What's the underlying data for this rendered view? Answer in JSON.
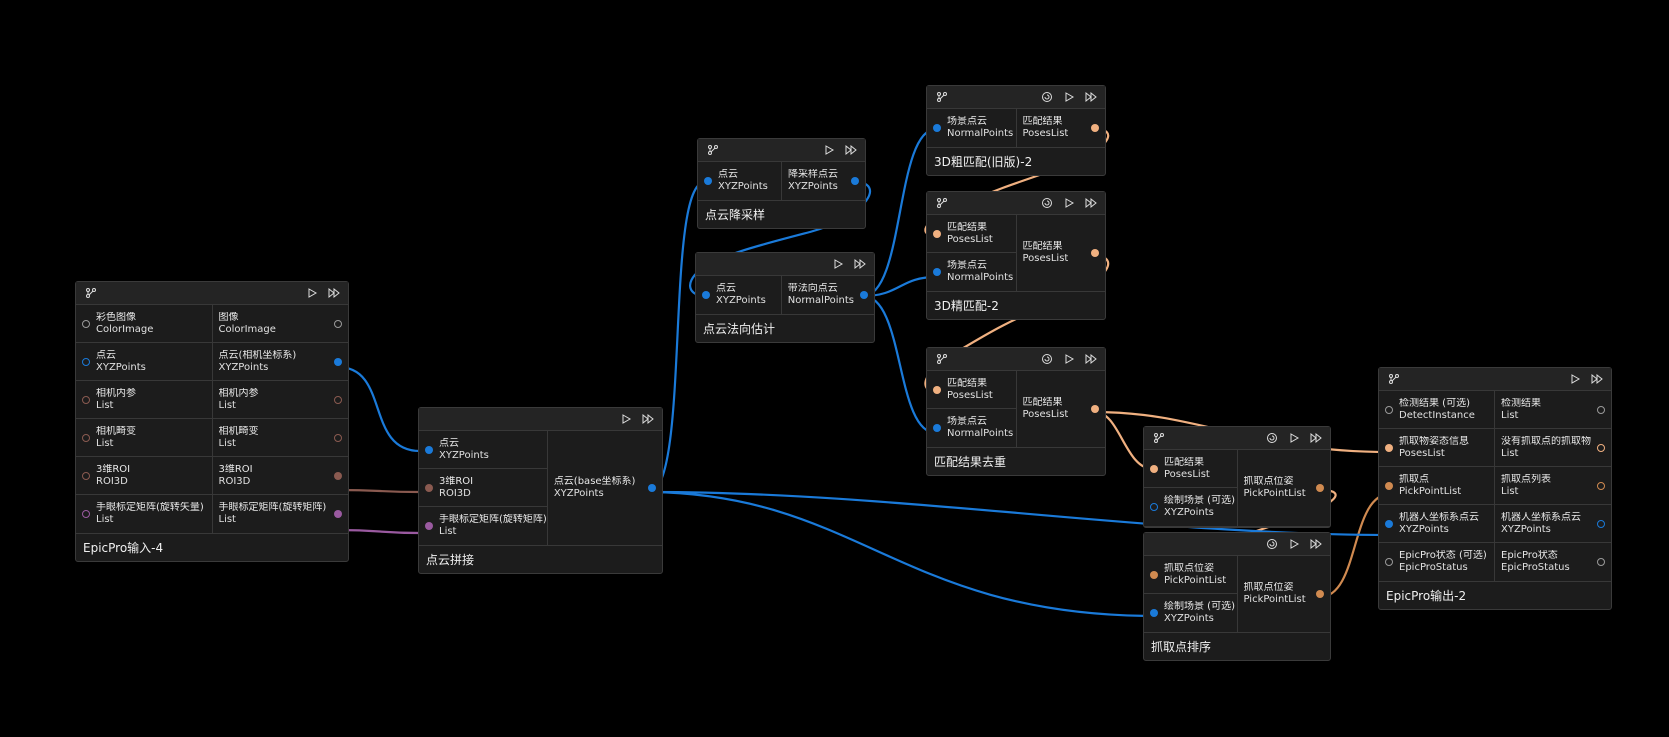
{
  "colors": {
    "blue": "#1a7ad9",
    "orange": "#f0b080",
    "brown": "#8a5a50",
    "purple": "#9a5aa0"
  },
  "icons": {
    "graph": "graph-branch-icon",
    "reload": "reload-icon",
    "run": "play-icon",
    "run_all": "fast-forward-icon"
  },
  "nodes": {
    "input": {
      "title": "EpicPro输入-4",
      "inputs": [
        {
          "name": "彩色图像",
          "type": "ColorImage"
        },
        {
          "name": "点云",
          "type": "XYZPoints"
        },
        {
          "name": "相机内参",
          "type": "List"
        },
        {
          "name": "相机畸变",
          "type": "List"
        },
        {
          "name": "3维ROI",
          "type": "ROI3D"
        },
        {
          "name": "手眼标定矩阵(旋转矢量)",
          "type": "List"
        }
      ],
      "outputs": [
        {
          "name": "图像",
          "type": "ColorImage"
        },
        {
          "name": "点云(相机坐标系)",
          "type": "XYZPoints"
        },
        {
          "name": "相机内参",
          "type": "List"
        },
        {
          "name": "相机畸变",
          "type": "List"
        },
        {
          "name": "3维ROI",
          "type": "ROI3D"
        },
        {
          "name": "手眼标定矩阵(旋转矩阵)",
          "type": "List"
        }
      ]
    },
    "stitch": {
      "title": "点云拼接",
      "inputs": [
        {
          "name": "点云",
          "type": "XYZPoints"
        },
        {
          "name": "3维ROI",
          "type": "ROI3D"
        },
        {
          "name": "手眼标定矩阵(旋转矩阵)",
          "type": "List"
        }
      ],
      "outputs": [
        {
          "name": "点云(base坐标系)",
          "type": "XYZPoints"
        }
      ]
    },
    "downsample": {
      "title": "点云降采样",
      "inputs": [
        {
          "name": "点云",
          "type": "XYZPoints"
        }
      ],
      "outputs": [
        {
          "name": "降采样点云",
          "type": "XYZPoints"
        }
      ]
    },
    "normal": {
      "title": "点云法向估计",
      "inputs": [
        {
          "name": "点云",
          "type": "XYZPoints"
        }
      ],
      "outputs": [
        {
          "name": "带法向点云",
          "type": "NormalPoints"
        }
      ]
    },
    "coarse": {
      "title": "3D粗匹配(旧版)-2",
      "inputs": [
        {
          "name": "场景点云",
          "type": "NormalPoints"
        }
      ],
      "outputs": [
        {
          "name": "匹配结果",
          "type": "PosesList"
        }
      ]
    },
    "fine": {
      "title": "3D精匹配-2",
      "inputs": [
        {
          "name": "匹配结果",
          "type": "PosesList"
        },
        {
          "name": "场景点云",
          "type": "NormalPoints"
        }
      ],
      "outputs": [
        {
          "name": "匹配结果",
          "type": "PosesList"
        }
      ]
    },
    "dedup": {
      "title": "匹配结果去重",
      "inputs": [
        {
          "name": "匹配结果",
          "type": "PosesList"
        },
        {
          "name": "场景点云",
          "type": "NormalPoints"
        }
      ],
      "outputs": [
        {
          "name": "匹配结果",
          "type": "PosesList"
        }
      ]
    },
    "pick": {
      "inputs": [
        {
          "name": "匹配结果",
          "type": "PosesList"
        },
        {
          "name": "绘制场景 (可选)",
          "type": "XYZPoints"
        }
      ],
      "outputs": [
        {
          "name": "抓取点位姿",
          "type": "PickPointList"
        }
      ]
    },
    "sort": {
      "title": "抓取点排序",
      "inputs": [
        {
          "name": "抓取点位姿",
          "type": "PickPointList"
        },
        {
          "name": "绘制场景 (可选)",
          "type": "XYZPoints"
        }
      ],
      "outputs": [
        {
          "name": "抓取点位姿",
          "type": "PickPointList"
        }
      ]
    },
    "output": {
      "title": "EpicPro输出-2",
      "inputs": [
        {
          "name": "检测结果 (可选)",
          "type": "DetectInstance"
        },
        {
          "name": "抓取物姿态信息",
          "type": "PosesList"
        },
        {
          "name": "抓取点",
          "type": "PickPointList"
        },
        {
          "name": "机器人坐标系点云",
          "type": "XYZPoints"
        },
        {
          "name": "EpicPro状态 (可选)",
          "type": "EpicProStatus"
        }
      ],
      "outputs": [
        {
          "name": "检测结果",
          "type": "List"
        },
        {
          "name": "没有抓取点的抓取物",
          "type": "List"
        },
        {
          "name": "抓取点列表",
          "type": "List"
        },
        {
          "name": "机器人坐标系点云",
          "type": "XYZPoints"
        },
        {
          "name": "EpicPro状态",
          "type": "EpicProStatus"
        }
      ]
    }
  }
}
